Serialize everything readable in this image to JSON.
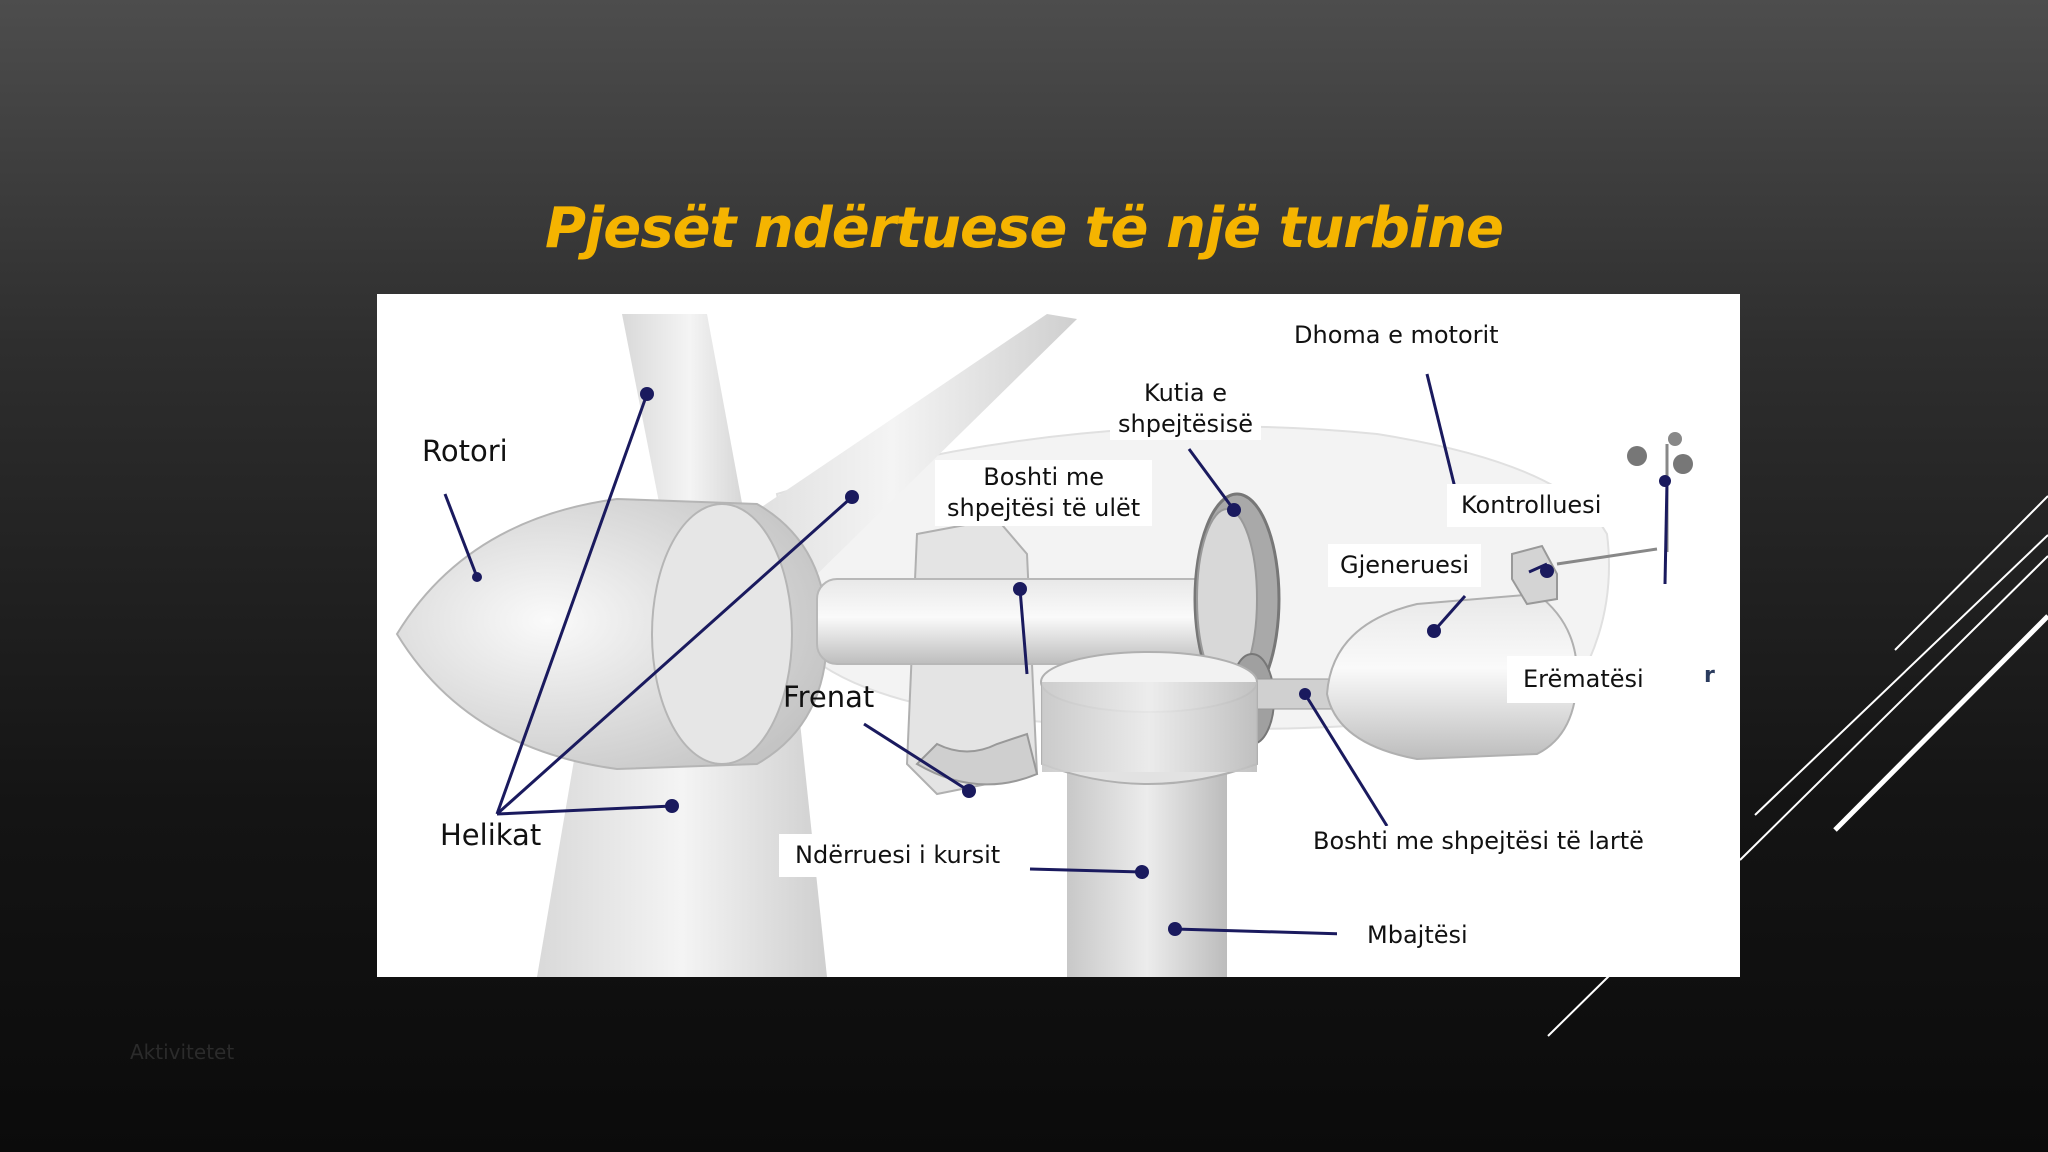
{
  "slide": {
    "title": "Pjesët ndërtuese të një turbine",
    "title_color": "#f5b400",
    "footer": "Aktivitetet"
  },
  "diagram": {
    "labels": {
      "rotori": "Rotori",
      "helikat": "Helikat",
      "frenat": "Frenat",
      "nderruesi": "Ndërruesi i kursit",
      "boshti_ulet_1": "Boshti me",
      "boshti_ulet_2": "shpejtësi të ulët",
      "kutia_1": "Kutia e",
      "kutia_2": "shpejtësisë",
      "dhoma": "Dhoma e motorit",
      "kontrolluesi": "Kontrolluesi",
      "gjeneruesi": "Gjeneruesi",
      "erematesi": "Erëmatësi",
      "erematesi_fragment": "r",
      "boshti_larte": "Boshti me shpejtësi të lartë",
      "mbajtesi": "Mbajtësi"
    },
    "leader_color": "#1a1a5e"
  }
}
